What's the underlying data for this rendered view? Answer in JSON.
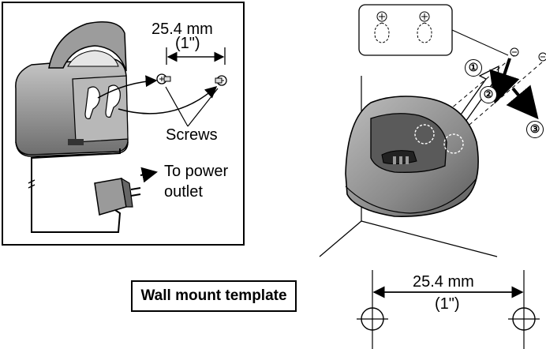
{
  "left_panel": {
    "spacing_value": "25.4 mm",
    "spacing_inches": "(1\")",
    "screws_label": "Screws",
    "power_label_line1": "To power",
    "power_label_line2": "outlet"
  },
  "right_panel": {
    "steps": [
      "①",
      "②",
      "③"
    ]
  },
  "template": {
    "label": "Wall mount template",
    "spacing_value": "25.4 mm",
    "spacing_inches": "(1\")"
  }
}
